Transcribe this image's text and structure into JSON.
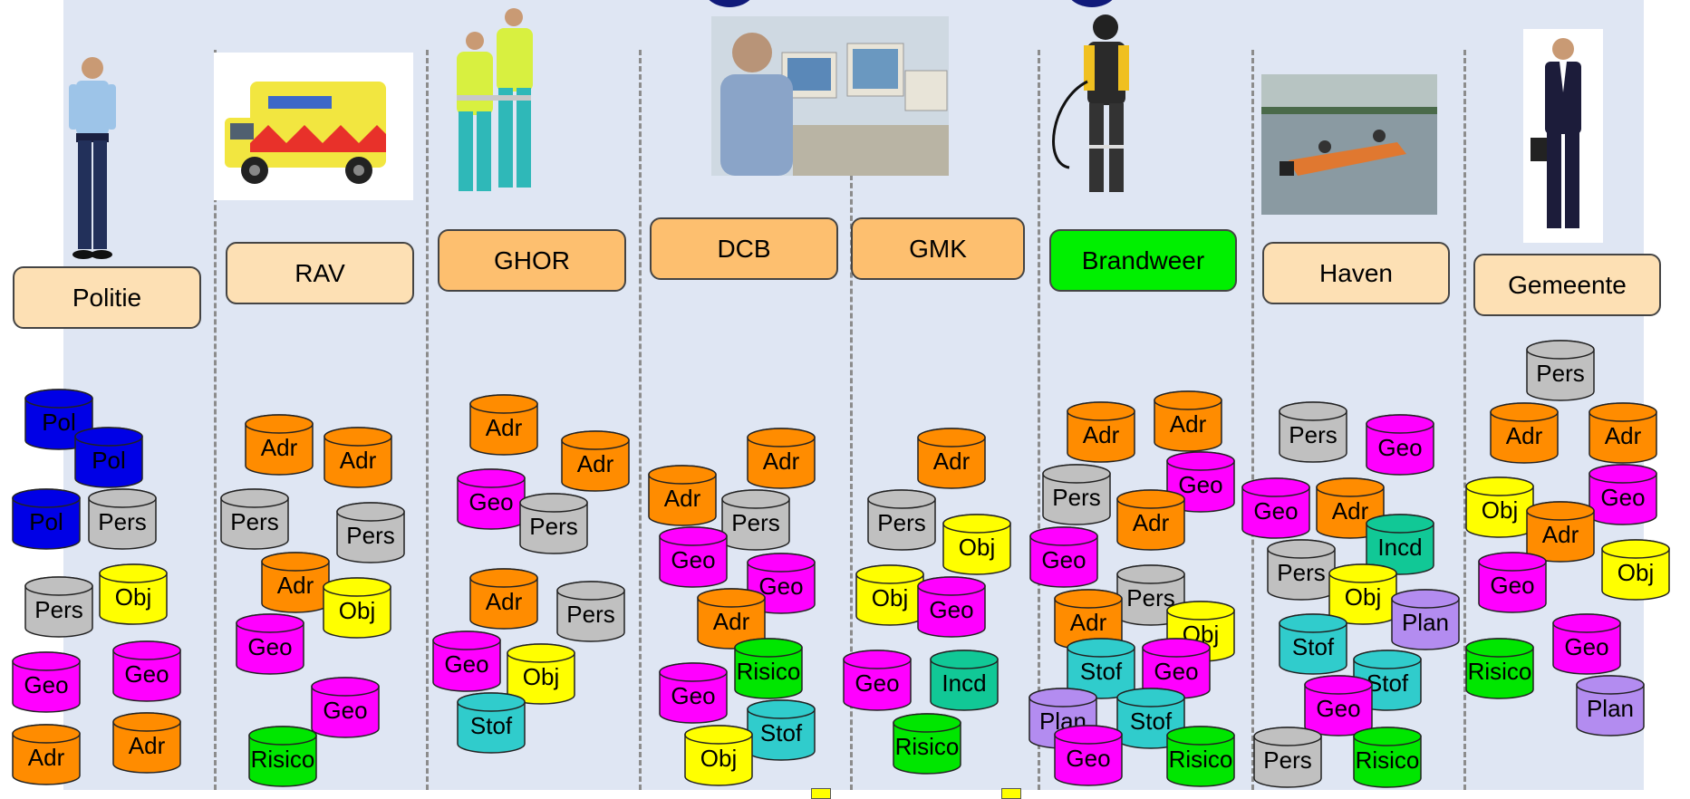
{
  "colors": {
    "panel_bg": "#dfe6f3",
    "label_light": "#fde0b4",
    "label_orange": "#fdbf6f",
    "label_green": "#00f000",
    "Pol": "#0000e6",
    "Pers": "#c0c0c0",
    "Obj": "#ffff00",
    "Geo": "#ff00ff",
    "Adr": "#ff8c00",
    "Risico": "#00e600",
    "Stof": "#30cccc",
    "Incd": "#11c896",
    "Plan": "#b38cf0"
  },
  "columns": [
    {
      "label": "Politie",
      "label_style": "light",
      "photo": "police-officer",
      "databases": [
        {
          "text": "Pol",
          "kind": "Pol"
        },
        {
          "text": "Pol",
          "kind": "Pol"
        },
        {
          "text": "Pol",
          "kind": "Pol"
        },
        {
          "text": "Pers",
          "kind": "Pers"
        },
        {
          "text": "Pers",
          "kind": "Pers"
        },
        {
          "text": "Obj",
          "kind": "Obj"
        },
        {
          "text": "Geo",
          "kind": "Geo"
        },
        {
          "text": "Geo",
          "kind": "Geo"
        },
        {
          "text": "Adr",
          "kind": "Adr"
        },
        {
          "text": "Adr",
          "kind": "Adr"
        }
      ]
    },
    {
      "label": "RAV",
      "label_style": "light",
      "photo": "ambulance",
      "databases": [
        {
          "text": "Adr",
          "kind": "Adr"
        },
        {
          "text": "Adr",
          "kind": "Adr"
        },
        {
          "text": "Pers",
          "kind": "Pers"
        },
        {
          "text": "Pers",
          "kind": "Pers"
        },
        {
          "text": "Adr",
          "kind": "Adr"
        },
        {
          "text": "Obj",
          "kind": "Obj"
        },
        {
          "text": "Geo",
          "kind": "Geo"
        },
        {
          "text": "Geo",
          "kind": "Geo"
        },
        {
          "text": "Risico",
          "kind": "Risico"
        }
      ]
    },
    {
      "label": "GHOR",
      "label_style": "orange",
      "photo": "paramedics",
      "databases": [
        {
          "text": "Adr",
          "kind": "Adr"
        },
        {
          "text": "Adr",
          "kind": "Adr"
        },
        {
          "text": "Geo",
          "kind": "Geo"
        },
        {
          "text": "Pers",
          "kind": "Pers"
        },
        {
          "text": "Adr",
          "kind": "Adr"
        },
        {
          "text": "Pers",
          "kind": "Pers"
        },
        {
          "text": "Geo",
          "kind": "Geo"
        },
        {
          "text": "Obj",
          "kind": "Obj"
        },
        {
          "text": "Stof",
          "kind": "Stof"
        }
      ]
    },
    {
      "label": "DCB",
      "label_style": "orange",
      "photo": "dispatch-operator",
      "databases": [
        {
          "text": "Adr",
          "kind": "Adr"
        },
        {
          "text": "Adr",
          "kind": "Adr"
        },
        {
          "text": "Pers",
          "kind": "Pers"
        },
        {
          "text": "Geo",
          "kind": "Geo"
        },
        {
          "text": "Geo",
          "kind": "Geo"
        },
        {
          "text": "Adr",
          "kind": "Adr"
        },
        {
          "text": "Risico",
          "kind": "Risico"
        },
        {
          "text": "Geo",
          "kind": "Geo"
        },
        {
          "text": "Stof",
          "kind": "Stof"
        },
        {
          "text": "Obj",
          "kind": "Obj"
        }
      ]
    },
    {
      "label": "GMK",
      "label_style": "orange",
      "photo": "",
      "databases": [
        {
          "text": "Adr",
          "kind": "Adr"
        },
        {
          "text": "Pers",
          "kind": "Pers"
        },
        {
          "text": "Obj",
          "kind": "Obj"
        },
        {
          "text": "Obj",
          "kind": "Obj"
        },
        {
          "text": "Geo",
          "kind": "Geo"
        },
        {
          "text": "Geo",
          "kind": "Geo"
        },
        {
          "text": "Incd",
          "kind": "Incd"
        },
        {
          "text": "Risico",
          "kind": "Risico"
        }
      ]
    },
    {
      "label": "Brandweer",
      "label_style": "green",
      "photo": "firefighter",
      "databases": [
        {
          "text": "Adr",
          "kind": "Adr"
        },
        {
          "text": "Adr",
          "kind": "Adr"
        },
        {
          "text": "Pers",
          "kind": "Pers"
        },
        {
          "text": "Geo",
          "kind": "Geo"
        },
        {
          "text": "Adr",
          "kind": "Adr"
        },
        {
          "text": "Geo",
          "kind": "Geo"
        },
        {
          "text": "Pers",
          "kind": "Pers"
        },
        {
          "text": "Adr",
          "kind": "Adr"
        },
        {
          "text": "Obj",
          "kind": "Obj"
        },
        {
          "text": "Stof",
          "kind": "Stof"
        },
        {
          "text": "Geo",
          "kind": "Geo"
        },
        {
          "text": "Plan",
          "kind": "Plan"
        },
        {
          "text": "Stof",
          "kind": "Stof"
        },
        {
          "text": "Geo",
          "kind": "Geo"
        },
        {
          "text": "Risico",
          "kind": "Risico"
        }
      ]
    },
    {
      "label": "Haven",
      "label_style": "light",
      "photo": "rescue-boat",
      "databases": [
        {
          "text": "Pers",
          "kind": "Pers"
        },
        {
          "text": "Geo",
          "kind": "Geo"
        },
        {
          "text": "Geo",
          "kind": "Geo"
        },
        {
          "text": "Adr",
          "kind": "Adr"
        },
        {
          "text": "Pers",
          "kind": "Pers"
        },
        {
          "text": "Incd",
          "kind": "Incd"
        },
        {
          "text": "Obj",
          "kind": "Obj"
        },
        {
          "text": "Plan",
          "kind": "Plan"
        },
        {
          "text": "Stof",
          "kind": "Stof"
        },
        {
          "text": "Stof",
          "kind": "Stof"
        },
        {
          "text": "Geo",
          "kind": "Geo"
        },
        {
          "text": "Pers",
          "kind": "Pers"
        },
        {
          "text": "Risico",
          "kind": "Risico"
        }
      ]
    },
    {
      "label": "Gemeente",
      "label_style": "light",
      "photo": "business-man",
      "databases": [
        {
          "text": "Pers",
          "kind": "Pers"
        },
        {
          "text": "Adr",
          "kind": "Adr"
        },
        {
          "text": "Adr",
          "kind": "Adr"
        },
        {
          "text": "Obj",
          "kind": "Obj"
        },
        {
          "text": "Geo",
          "kind": "Geo"
        },
        {
          "text": "Adr",
          "kind": "Adr"
        },
        {
          "text": "Obj",
          "kind": "Obj"
        },
        {
          "text": "Geo",
          "kind": "Geo"
        },
        {
          "text": "Geo",
          "kind": "Geo"
        },
        {
          "text": "Risico",
          "kind": "Risico"
        },
        {
          "text": "Plan",
          "kind": "Plan"
        }
      ]
    }
  ]
}
